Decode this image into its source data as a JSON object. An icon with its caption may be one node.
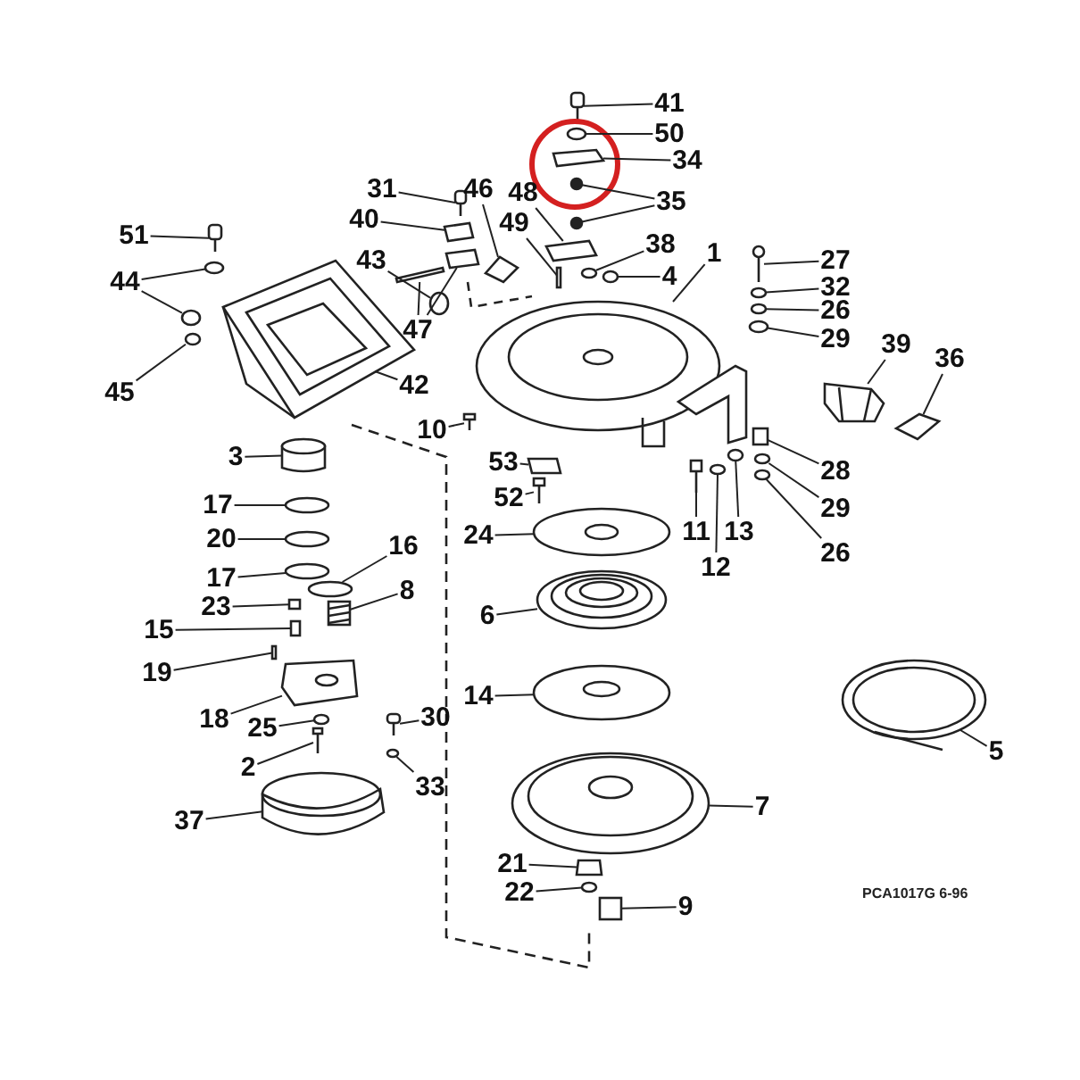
{
  "diagram": {
    "nodes": [
      {
        "text": [
          "41"
        ]
      },
      {
        "text": [
          "50"
        ]
      },
      {
        "text": [
          "34"
        ]
      },
      {
        "text": [
          "31"
        ]
      },
      {
        "text": [
          "46"
        ]
      },
      {
        "text": [
          "48"
        ]
      },
      {
        "text": [
          "35"
        ]
      },
      {
        "text": [
          "40"
        ]
      },
      {
        "text": [
          "49"
        ]
      },
      {
        "text": [
          "51"
        ]
      },
      {
        "text": [
          "38"
        ]
      },
      {
        "text": [
          "1"
        ]
      },
      {
        "text": [
          "27"
        ]
      },
      {
        "text": [
          "43"
        ]
      },
      {
        "text": [
          "4"
        ]
      },
      {
        "text": [
          "44"
        ]
      },
      {
        "text": [
          "32"
        ]
      },
      {
        "text": [
          "26"
        ]
      },
      {
        "text": [
          "47"
        ]
      },
      {
        "text": [
          "29"
        ]
      },
      {
        "text": [
          "39"
        ]
      },
      {
        "text": [
          "36"
        ]
      },
      {
        "text": [
          "42"
        ]
      },
      {
        "text": [
          "45"
        ]
      },
      {
        "text": [
          "10"
        ]
      },
      {
        "text": [
          "53"
        ]
      },
      {
        "text": [
          "3"
        ]
      },
      {
        "text": [
          "28"
        ]
      },
      {
        "text": [
          "52"
        ]
      },
      {
        "text": [
          "17"
        ]
      },
      {
        "text": [
          "29"
        ]
      },
      {
        "text": [
          "24"
        ]
      },
      {
        "text": [
          "11"
        ]
      },
      {
        "text": [
          "13"
        ]
      },
      {
        "text": [
          "20"
        ]
      },
      {
        "text": [
          "16"
        ]
      },
      {
        "text": [
          "26"
        ]
      },
      {
        "text": [
          "12"
        ]
      },
      {
        "text": [
          "17"
        ]
      },
      {
        "text": [
          "8"
        ]
      },
      {
        "text": [
          "23"
        ]
      },
      {
        "text": [
          "6"
        ]
      },
      {
        "text": [
          "15"
        ]
      },
      {
        "text": [
          "19"
        ]
      },
      {
        "text": [
          "14"
        ]
      },
      {
        "text": [
          "30"
        ]
      },
      {
        "text": [
          "18"
        ]
      },
      {
        "text": [
          "25"
        ]
      },
      {
        "text": [
          "5"
        ]
      },
      {
        "text": [
          "2"
        ]
      },
      {
        "text": [
          "33"
        ]
      },
      {
        "text": [
          "7"
        ]
      },
      {
        "text": [
          "37"
        ]
      },
      {
        "text": [
          "21"
        ]
      },
      {
        "text": [
          "22"
        ]
      },
      {
        "text": [
          "9"
        ]
      },
      {
        "text": [],
        "shape": "picture"
      },
      {
        "text": [],
        "shape": "circle"
      },
      {
        "text": [],
        "shape": "box"
      },
      {
        "text": [],
        "shape": "picture"
      },
      {
        "text": [],
        "shape": "box"
      },
      {
        "text": [],
        "shape": "box"
      },
      {
        "text": [],
        "shape": "circle"
      },
      {
        "text": [],
        "shape": "circle"
      },
      {
        "text": [],
        "shape": "box"
      },
      {
        "text": [],
        "shape": "bar"
      },
      {
        "text": [],
        "shape": "picture"
      },
      {
        "text": [],
        "shape": "circle"
      },
      {
        "text": [],
        "shape": "picture"
      },
      {
        "text": [],
        "shape": "picture"
      },
      {
        "text": [],
        "shape": "circle"
      },
      {
        "text": [],
        "shape": "circle"
      },
      {
        "text": [],
        "shape": "circle"
      },
      {
        "text": [],
        "shape": "circle"
      },
      {
        "text": [],
        "shape": "circle"
      },
      {
        "text": [],
        "shape": "circle"
      },
      {
        "text": [],
        "shape": "box"
      },
      {
        "text": [],
        "shape": "bar"
      },
      {
        "text": [],
        "shape": "circle"
      },
      {
        "text": [],
        "shape": "picture"
      },
      {
        "text": [],
        "shape": "box"
      },
      {
        "text": [],
        "shape": "picture"
      },
      {
        "text": [],
        "shape": "circle"
      },
      {
        "text": [],
        "shape": "picture"
      },
      {
        "text": [],
        "shape": "box"
      },
      {
        "text": [],
        "shape": "cylinder"
      },
      {
        "text": [],
        "shape": "box"
      },
      {
        "text": [],
        "shape": "picture"
      },
      {
        "text": [],
        "shape": "circle"
      },
      {
        "text": [],
        "shape": "circle"
      },
      {
        "text": [],
        "shape": "picture"
      },
      {
        "text": [],
        "shape": "picture"
      },
      {
        "text": [],
        "shape": "circle"
      },
      {
        "text": [],
        "shape": "circle"
      },
      {
        "text": [],
        "shape": "circle"
      },
      {
        "text": [],
        "shape": "circle"
      },
      {
        "text": [],
        "shape": "circle"
      },
      {
        "text": [],
        "shape": "circle"
      },
      {
        "text": [],
        "shape": "picture"
      },
      {
        "text": [],
        "shape": "box"
      },
      {
        "text": [],
        "shape": "picture"
      },
      {
        "text": [],
        "shape": "box"
      },
      {
        "text": [],
        "shape": "bar"
      },
      {
        "text": [],
        "shape": "picture"
      },
      {
        "text": [],
        "shape": "picture"
      },
      {
        "text": [],
        "shape": "picture"
      },
      {
        "text": [],
        "shape": "circle"
      },
      {
        "text": [],
        "shape": "picture"
      },
      {
        "text": [],
        "shape": "picture"
      },
      {
        "text": [],
        "shape": "circle"
      },
      {
        "text": [],
        "shape": "picture"
      },
      {
        "text": [],
        "shape": "picture"
      },
      {
        "text": [],
        "shape": "box"
      },
      {
        "text": [],
        "shape": "circle"
      },
      {
        "text": [],
        "shape": "box"
      }
    ],
    "edges": [
      {
        "from": 0,
        "to": 56,
        "arrow": "none"
      },
      {
        "from": 1,
        "to": 57,
        "arrow": "none"
      },
      {
        "from": 2,
        "to": 58,
        "arrow": "none"
      },
      {
        "from": 3,
        "to": 59,
        "arrow": "none"
      },
      {
        "from": 4,
        "to": 60,
        "arrow": "none"
      },
      {
        "from": 5,
        "to": 61,
        "arrow": "none"
      },
      {
        "from": 6,
        "to": 62,
        "arrow": "none"
      },
      {
        "from": 6,
        "to": 63,
        "arrow": "none"
      },
      {
        "from": 7,
        "to": 64,
        "arrow": "none"
      },
      {
        "from": 8,
        "to": 65,
        "arrow": "none"
      },
      {
        "from": 9,
        "to": 66,
        "arrow": "none"
      },
      {
        "from": 10,
        "to": 67,
        "arrow": "none"
      },
      {
        "from": 11,
        "to": 68,
        "arrow": "none"
      },
      {
        "from": 12,
        "to": 69,
        "arrow": "none"
      },
      {
        "from": 13,
        "to": 70,
        "arrow": "none"
      },
      {
        "from": 14,
        "to": 71,
        "arrow": "none"
      },
      {
        "from": 15,
        "to": 72,
        "arrow": "none"
      },
      {
        "from": 15,
        "to": 73,
        "arrow": "none"
      },
      {
        "from": 16,
        "to": 74,
        "arrow": "none"
      },
      {
        "from": 17,
        "to": 75,
        "arrow": "none"
      },
      {
        "from": 18,
        "to": 76,
        "arrow": "none"
      },
      {
        "from": 18,
        "to": 77,
        "arrow": "none"
      },
      {
        "from": 19,
        "to": 78,
        "arrow": "none"
      },
      {
        "from": 20,
        "to": 79,
        "arrow": "none"
      },
      {
        "from": 21,
        "to": 80,
        "arrow": "none"
      },
      {
        "from": 22,
        "to": 81,
        "arrow": "none"
      },
      {
        "from": 23,
        "to": 82,
        "arrow": "none"
      },
      {
        "from": 24,
        "to": 83,
        "arrow": "none"
      },
      {
        "from": 25,
        "to": 84,
        "arrow": "none"
      },
      {
        "from": 26,
        "to": 85,
        "arrow": "none"
      },
      {
        "from": 27,
        "to": 86,
        "arrow": "none"
      },
      {
        "from": 28,
        "to": 87,
        "arrow": "none"
      },
      {
        "from": 29,
        "to": 88,
        "arrow": "none"
      },
      {
        "from": 30,
        "to": 89,
        "arrow": "none"
      },
      {
        "from": 31,
        "to": 90,
        "arrow": "none"
      },
      {
        "from": 32,
        "to": 91,
        "arrow": "none"
      },
      {
        "from": 33,
        "to": 92,
        "arrow": "none"
      },
      {
        "from": 34,
        "to": 93,
        "arrow": "none"
      },
      {
        "from": 35,
        "to": 94,
        "arrow": "none"
      },
      {
        "from": 36,
        "to": 95,
        "arrow": "none"
      },
      {
        "from": 37,
        "to": 96,
        "arrow": "none"
      },
      {
        "from": 38,
        "to": 97,
        "arrow": "none"
      },
      {
        "from": 39,
        "to": 98,
        "arrow": "none"
      },
      {
        "from": 40,
        "to": 99,
        "arrow": "none"
      },
      {
        "from": 41,
        "to": 100,
        "arrow": "none"
      },
      {
        "from": 42,
        "to": 101,
        "arrow": "none"
      },
      {
        "from": 43,
        "to": 102,
        "arrow": "none"
      },
      {
        "from": 44,
        "to": 103,
        "arrow": "none"
      },
      {
        "from": 45,
        "to": 104,
        "arrow": "none"
      },
      {
        "from": 46,
        "to": 105,
        "arrow": "none"
      },
      {
        "from": 47,
        "to": 106,
        "arrow": "none"
      },
      {
        "from": 48,
        "to": 107,
        "arrow": "none"
      },
      {
        "from": 49,
        "to": 108,
        "arrow": "none"
      },
      {
        "from": 50,
        "to": 109,
        "arrow": "none"
      },
      {
        "from": 51,
        "to": 110,
        "arrow": "none"
      },
      {
        "from": 52,
        "to": 111,
        "arrow": "none"
      },
      {
        "from": 53,
        "to": 112,
        "arrow": "none"
      },
      {
        "from": 54,
        "to": 113,
        "arrow": "none"
      },
      {
        "from": 55,
        "to": 114,
        "arrow": "none"
      }
    ],
    "labels": [
      "PCA1017G 6-96"
    ]
  }
}
